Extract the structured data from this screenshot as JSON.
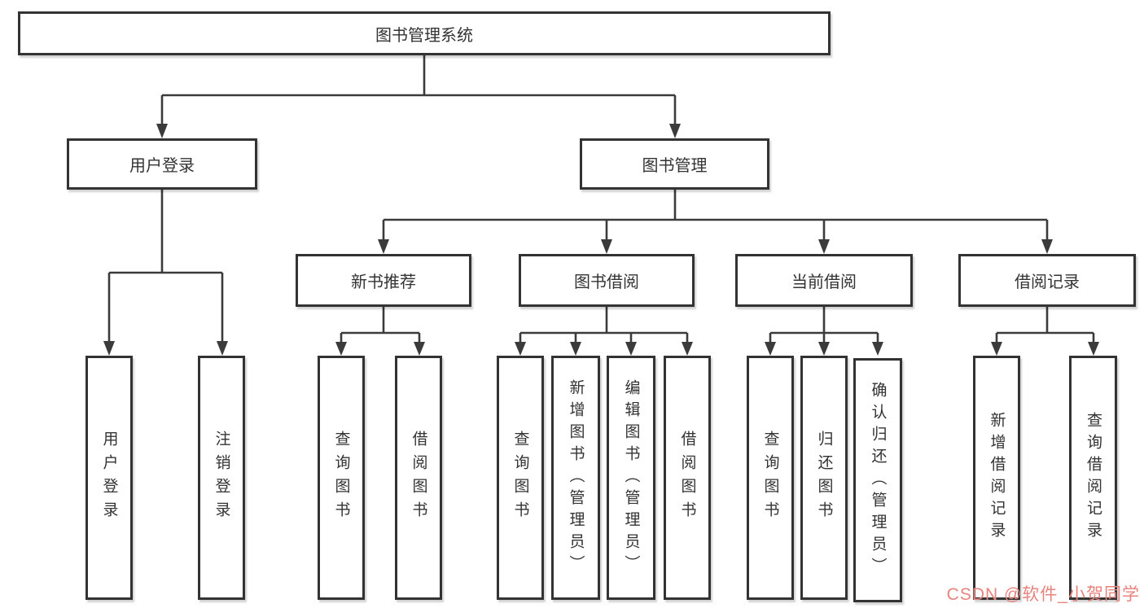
{
  "diagram_type": "hierarchy-chart",
  "title": "图书管理系统",
  "watermark": "CSDN @软件_小贺同学",
  "theme": {
    "line": "#3b3b3b",
    "border": "#333333",
    "text": "#333333",
    "box_fill": "#ffffff",
    "bg": "#ffffff",
    "watermark": "#e8837d"
  },
  "nodes": {
    "root": {
      "label": "图书管理系统"
    },
    "user_login": {
      "label": "用户登录"
    },
    "book_mgmt": {
      "label": "图书管理"
    },
    "new_book_rec": {
      "label": "新书推荐"
    },
    "book_borrow": {
      "label": "图书借阅"
    },
    "current_borrow": {
      "label": "当前借阅"
    },
    "borrow_record": {
      "label": "借阅记录"
    },
    "ul_user_login": {
      "label": "用户登录"
    },
    "ul_logout": {
      "label": "注销登录"
    },
    "nbr_query_books": {
      "label": "查询图书"
    },
    "nbr_borrow_books": {
      "label": "借阅图书"
    },
    "bb_query_books": {
      "label": "查询图书"
    },
    "bb_add_books": {
      "label": "新增图书（管理员）"
    },
    "bb_edit_books": {
      "label": "编辑图书（管理员）"
    },
    "bb_borrow_books": {
      "label": "借阅图书"
    },
    "cb_query_books": {
      "label": "查询图书"
    },
    "cb_return_books": {
      "label": "归还图书"
    },
    "cb_confirm_return": {
      "label": "确认归还（管理员）"
    },
    "br_add_record": {
      "label": "新增借阅记录"
    },
    "br_query_record": {
      "label": "查询借阅记录"
    }
  },
  "tree": {
    "label": "图书管理系统",
    "children": [
      {
        "label": "用户登录",
        "children": [
          {
            "label": "用户登录"
          },
          {
            "label": "注销登录"
          }
        ]
      },
      {
        "label": "图书管理",
        "children": [
          {
            "label": "新书推荐",
            "children": [
              {
                "label": "查询图书"
              },
              {
                "label": "借阅图书"
              }
            ]
          },
          {
            "label": "图书借阅",
            "children": [
              {
                "label": "查询图书"
              },
              {
                "label": "新增图书（管理员）"
              },
              {
                "label": "编辑图书（管理员）"
              },
              {
                "label": "借阅图书"
              }
            ]
          },
          {
            "label": "当前借阅",
            "children": [
              {
                "label": "查询图书"
              },
              {
                "label": "归还图书"
              },
              {
                "label": "确认归还（管理员）"
              }
            ]
          },
          {
            "label": "借阅记录",
            "children": [
              {
                "label": "新增借阅记录"
              },
              {
                "label": "查询借阅记录"
              }
            ]
          }
        ]
      }
    ]
  }
}
